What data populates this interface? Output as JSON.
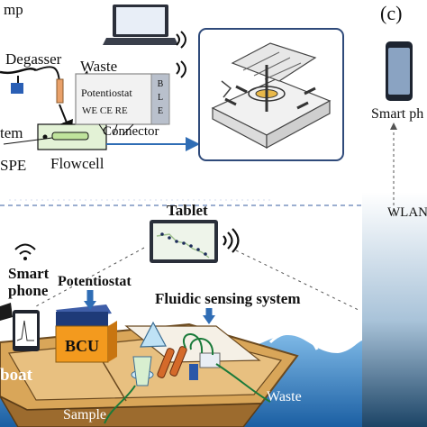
{
  "panel_top": {
    "labels": {
      "pump_fragment": "mp",
      "degasser": "Degasser",
      "waste": "Waste",
      "system_fragment": "tem",
      "spe_fragment": "SPE",
      "flowcell": "Flowcell",
      "potentiostat": "Potentiostat",
      "electrodes": "WE CE RE",
      "ble": "B L E",
      "connector": "Connector"
    }
  },
  "panel_c": {
    "label": "(c)",
    "smart_phone_fragment": "Smart ph",
    "wlan_fragment": "WLAN"
  },
  "panel_bottom": {
    "labels": {
      "tablet": "Tablet",
      "smart": "Smart",
      "phone": "phone",
      "potentiostat": "Potentiostat",
      "fluidic_sensing_system": "Fluidic sensing system",
      "bcu": "BCU",
      "boat_fragment": "boat",
      "waste": "Waste",
      "sample": "Sample"
    }
  },
  "colors": {
    "water_dark": "#1f6fb2",
    "water_light": "#8fc3ea",
    "arrow_blue": "#2f6db5",
    "bcu_orange": "#f39a1e",
    "potentiostat_navy": "#1e3a78",
    "boat_wood": "#d9a659"
  }
}
